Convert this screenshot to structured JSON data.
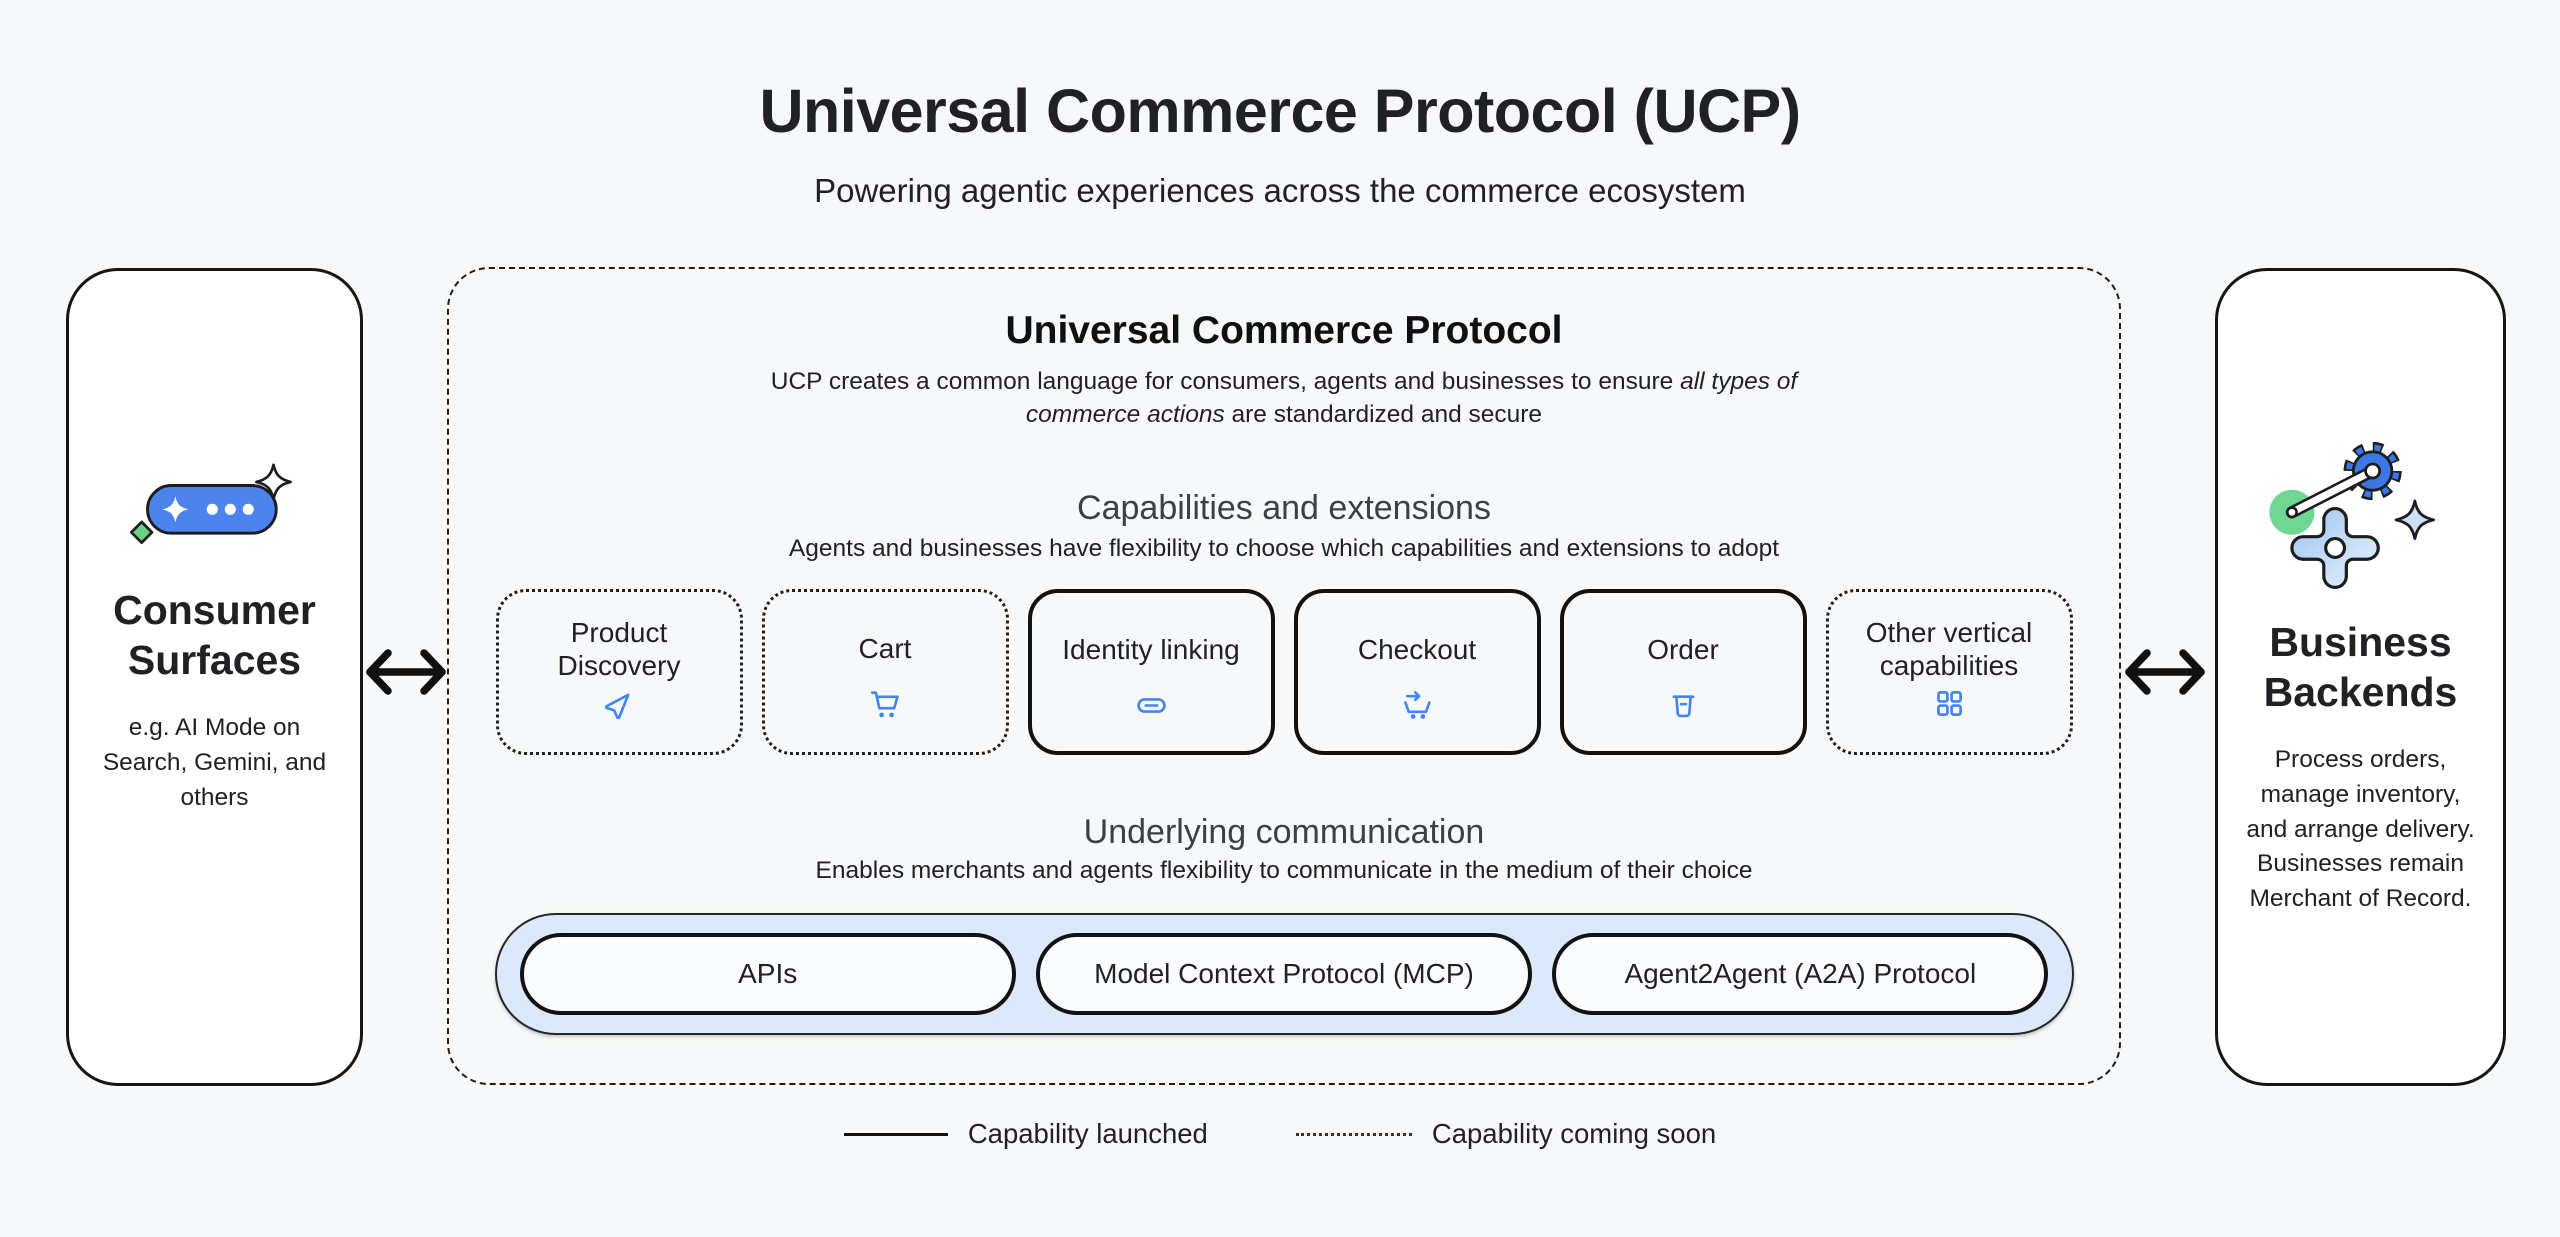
{
  "page": {
    "title": "Universal Commerce Protocol (UCP)",
    "subtitle": "Powering agentic experiences across the commerce ecosystem",
    "background_color": "#f7f8f9"
  },
  "consumer_card": {
    "title": "Consumer Surfaces",
    "description": "e.g. AI Mode on Search, Gemini, and others",
    "icon": "ai-conversation-pill-icon"
  },
  "business_card": {
    "title": "Business Backends",
    "description": "Process orders, manage inventory, and arrange delivery. Businesses remain Merchant of Record.",
    "icon": "gears-automation-icon"
  },
  "ucp": {
    "title": "Universal Commerce Protocol",
    "description_prefix": "UCP creates a common language for consumers, agents and businesses to ensure ",
    "description_italic": "all types of commerce actions",
    "description_suffix": " are standardized and secure",
    "capabilities_section": {
      "title": "Capabilities and extensions",
      "subtitle": "Agents and businesses have flexibility to choose which capabilities and extensions to adopt",
      "items": [
        {
          "label": "Product Discovery",
          "icon": "send-icon",
          "status": "coming-soon"
        },
        {
          "label": "Cart",
          "icon": "shopping-cart-icon",
          "status": "coming-soon"
        },
        {
          "label": "Identity linking",
          "icon": "link-icon",
          "status": "launched"
        },
        {
          "label": "Checkout",
          "icon": "cart-checkout-icon",
          "status": "launched"
        },
        {
          "label": "Order",
          "icon": "order-box-icon",
          "status": "launched"
        },
        {
          "label": "Other vertical capabilities",
          "icon": "grid-icon",
          "status": "coming-soon"
        }
      ]
    },
    "communication_section": {
      "title": "Underlying communication",
      "subtitle": "Enables merchants and agents flexibility to communicate in the medium of their choice",
      "protocols": [
        {
          "label": "APIs"
        },
        {
          "label": "Model Context Protocol (MCP)"
        },
        {
          "label": "Agent2Agent (A2A) Protocol"
        }
      ]
    }
  },
  "legend": {
    "launched": "Capability launched",
    "coming_soon": "Capability coming soon"
  },
  "colors": {
    "accent_blue": "#4285f4",
    "capsule_blue": "#4c83ec",
    "gear_blue": "#3b77e5",
    "green": "#6fd693",
    "band_light_blue": "#dbe9fa",
    "border_dark": "#161616"
  }
}
